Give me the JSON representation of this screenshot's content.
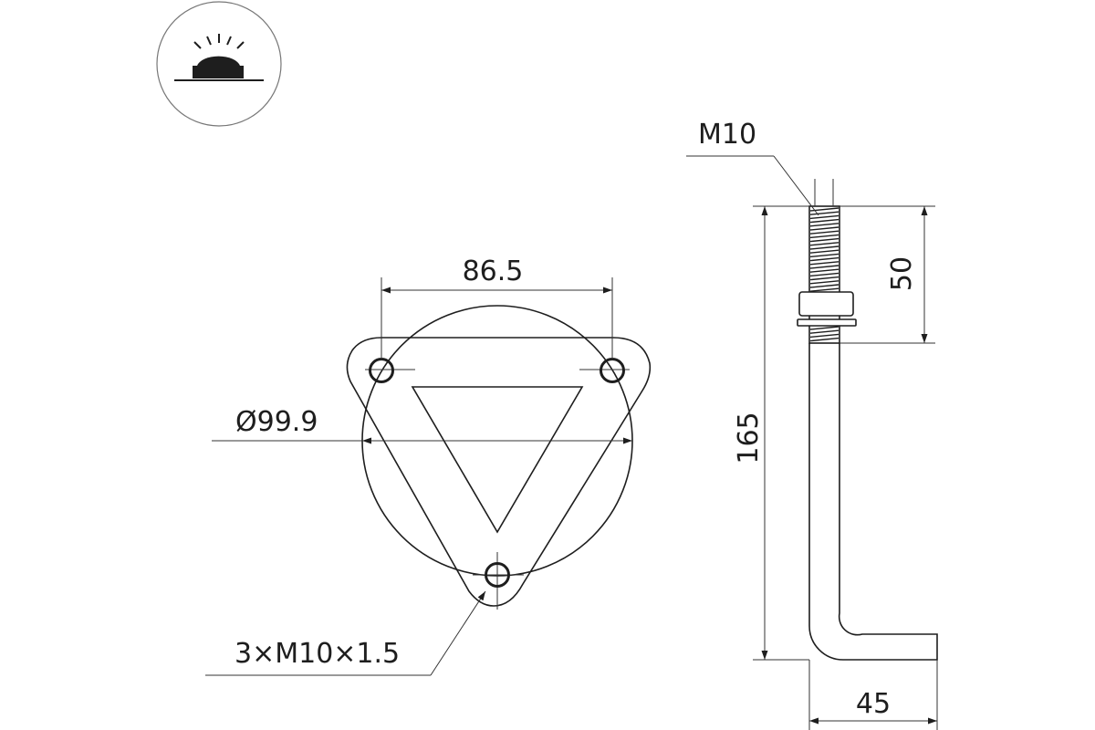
{
  "icon": {
    "name": "surface-mount-light-icon"
  },
  "colors": {
    "line": "#1e1e1e",
    "background": "#ffffff",
    "badge_stroke": "#777777"
  },
  "front_view": {
    "hole_spacing_label": "86.5",
    "diameter_label": "Ø99.9",
    "holes_label": "3×M10×1.5"
  },
  "side_view": {
    "thread_label": "M10",
    "thread_length_label": "50",
    "total_height_label": "165",
    "foot_length_label": "45"
  }
}
